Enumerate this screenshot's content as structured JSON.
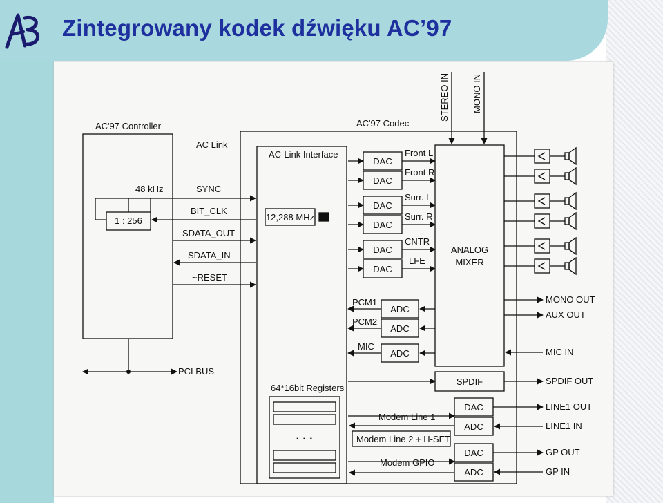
{
  "slide": {
    "title": "Zintegrowany kodek dźwięku AC’97",
    "logo_letters": "AB",
    "colors": {
      "title": "#1e2f9e",
      "header_band": "#a9d9de",
      "left_band": "#a7d8dc"
    }
  },
  "diagram": {
    "inputs_top": {
      "stereo_in": "STEREO IN",
      "mono_in": "MONO IN"
    },
    "controller": {
      "title": "AC'97 Controller",
      "clock_label": "48 kHz",
      "divider": "1 : 256"
    },
    "link": {
      "title": "AC Link",
      "signals": {
        "sync": "SYNC",
        "bit_clk": "BIT_CLK",
        "sdata_out": "SDATA_OUT",
        "sdata_in": "SDATA_IN",
        "reset": "~RESET"
      }
    },
    "codec": {
      "title": "AC'97 Codec",
      "interface": "AC-Link Interface",
      "crystal": "12,288 MHz",
      "registers": "64*16bit Registers",
      "registers_dots": "· · ·"
    },
    "dac_channels": {
      "front_l": "Front L",
      "front_r": "Front R",
      "surr_l": "Surr. L",
      "surr_r": "Surr. R",
      "cntr": "CNTR",
      "lfe": "LFE"
    },
    "converters": {
      "dac": "DAC",
      "adc": "ADC"
    },
    "adc_channels": {
      "pcm1": "PCM1",
      "pcm2": "PCM2",
      "mic": "MIC"
    },
    "mixer": {
      "line1": "ANALOG",
      "line2": "MIXER"
    },
    "spdif": "SPDIF",
    "modem": {
      "line1": "Modem Line 1",
      "line2": "Modem Line 2 + H-SET",
      "gpio": "Modem GPIO"
    },
    "outputs": {
      "mono_out": "MONO OUT",
      "aux_out": "AUX OUT",
      "mic_in": "MIC IN",
      "spdif_out": "SPDIF OUT",
      "line1_out": "LINE1 OUT",
      "line1_in": "LINE1 IN",
      "gp_out": "GP OUT",
      "gp_in": "GP IN"
    },
    "bus": "PCI BUS"
  }
}
